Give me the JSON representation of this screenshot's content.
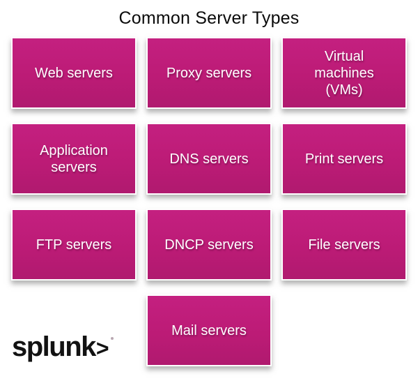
{
  "title": "Common Server Types",
  "boxes": [
    {
      "label": "Web servers"
    },
    {
      "label": "Proxy servers"
    },
    {
      "label": "Virtual\nmachines\n(VMs)"
    },
    {
      "label": "Application\nservers"
    },
    {
      "label": "DNS servers"
    },
    {
      "label": "Print servers"
    },
    {
      "label": "FTP servers"
    },
    {
      "label": "DNCP servers"
    },
    {
      "label": "File servers"
    },
    {
      "label": "Mail servers"
    }
  ],
  "logo": {
    "text": "splunk",
    "chevron": ">"
  },
  "colors": {
    "box_fill": "#BC1B76",
    "box_fill_light": "#C42080",
    "box_fill_dark": "#B01A6F",
    "box_border": "#FFFFFF",
    "box_text": "#FFFFFF",
    "title_text": "#0B0B0B",
    "logo_text": "#121212"
  }
}
